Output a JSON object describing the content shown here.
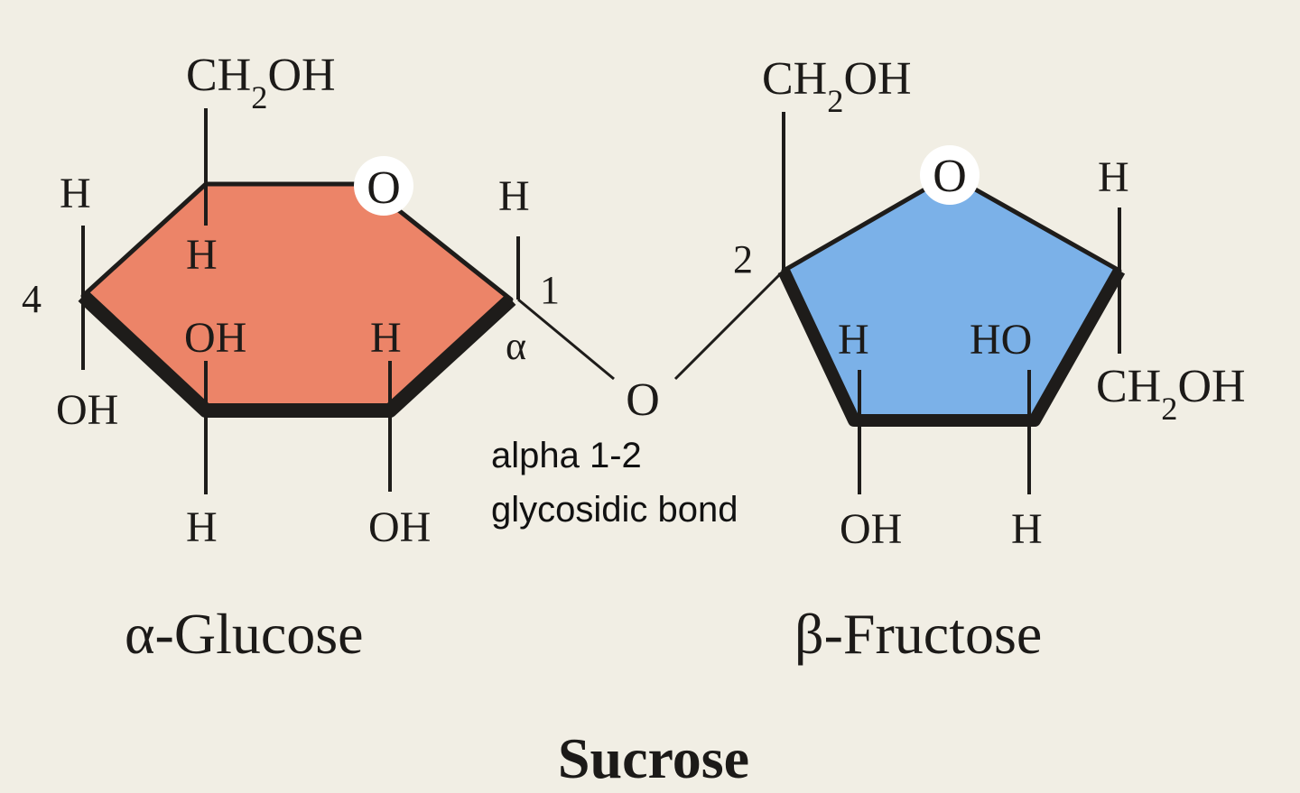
{
  "glucose": {
    "name": "α-Glucose",
    "color": "#ec8468",
    "ring_oxygen": "O",
    "atoms": {
      "c6_group": "CH2OH",
      "c5_h": "H",
      "c4_h": "H",
      "c4_oh": "OH",
      "c4_number": "4",
      "c3_h": "H",
      "c3_oh": "OH",
      "c2_h": "H",
      "c2_oh": "OH",
      "c1_h": "H",
      "c1_number": "1",
      "anomer": "α"
    }
  },
  "fructose": {
    "name": "β-Fructose",
    "color": "#7bb1e8",
    "ring_oxygen": "O",
    "atoms": {
      "c1_group": "CH2OH",
      "c2_number": "2",
      "c3_h": "H",
      "c3_oh": "OH",
      "c4_ho": "HO",
      "c4_h": "H",
      "c5_h": "H",
      "c6_group": "CH2OH"
    }
  },
  "bridge_oxygen": "O",
  "bond_label": {
    "line1": "alpha 1-2",
    "line2": "glycosidic bond"
  },
  "title": "Sucrose"
}
